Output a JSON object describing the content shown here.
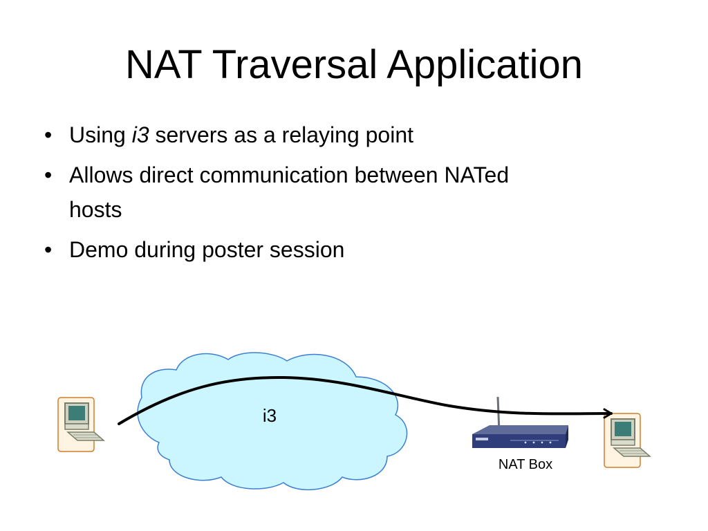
{
  "slide": {
    "title": "NAT Traversal Application",
    "bullets": [
      {
        "before": "Using ",
        "italic": "i3",
        "after": " servers as a relaying point"
      },
      {
        "text_line1": "Allows direct communication between NATed",
        "text_line2": "hosts"
      },
      {
        "text": "Demo during poster session"
      }
    ]
  },
  "diagram": {
    "cloud_label": "i3",
    "nat_label": "NAT Box",
    "icons": [
      "computer-icon-left",
      "router-icon",
      "computer-icon-right"
    ],
    "colors": {
      "cloud_fill": "#ccf6ff",
      "cloud_stroke": "#3b7ed3",
      "router_body": "#2f3e7a"
    }
  }
}
